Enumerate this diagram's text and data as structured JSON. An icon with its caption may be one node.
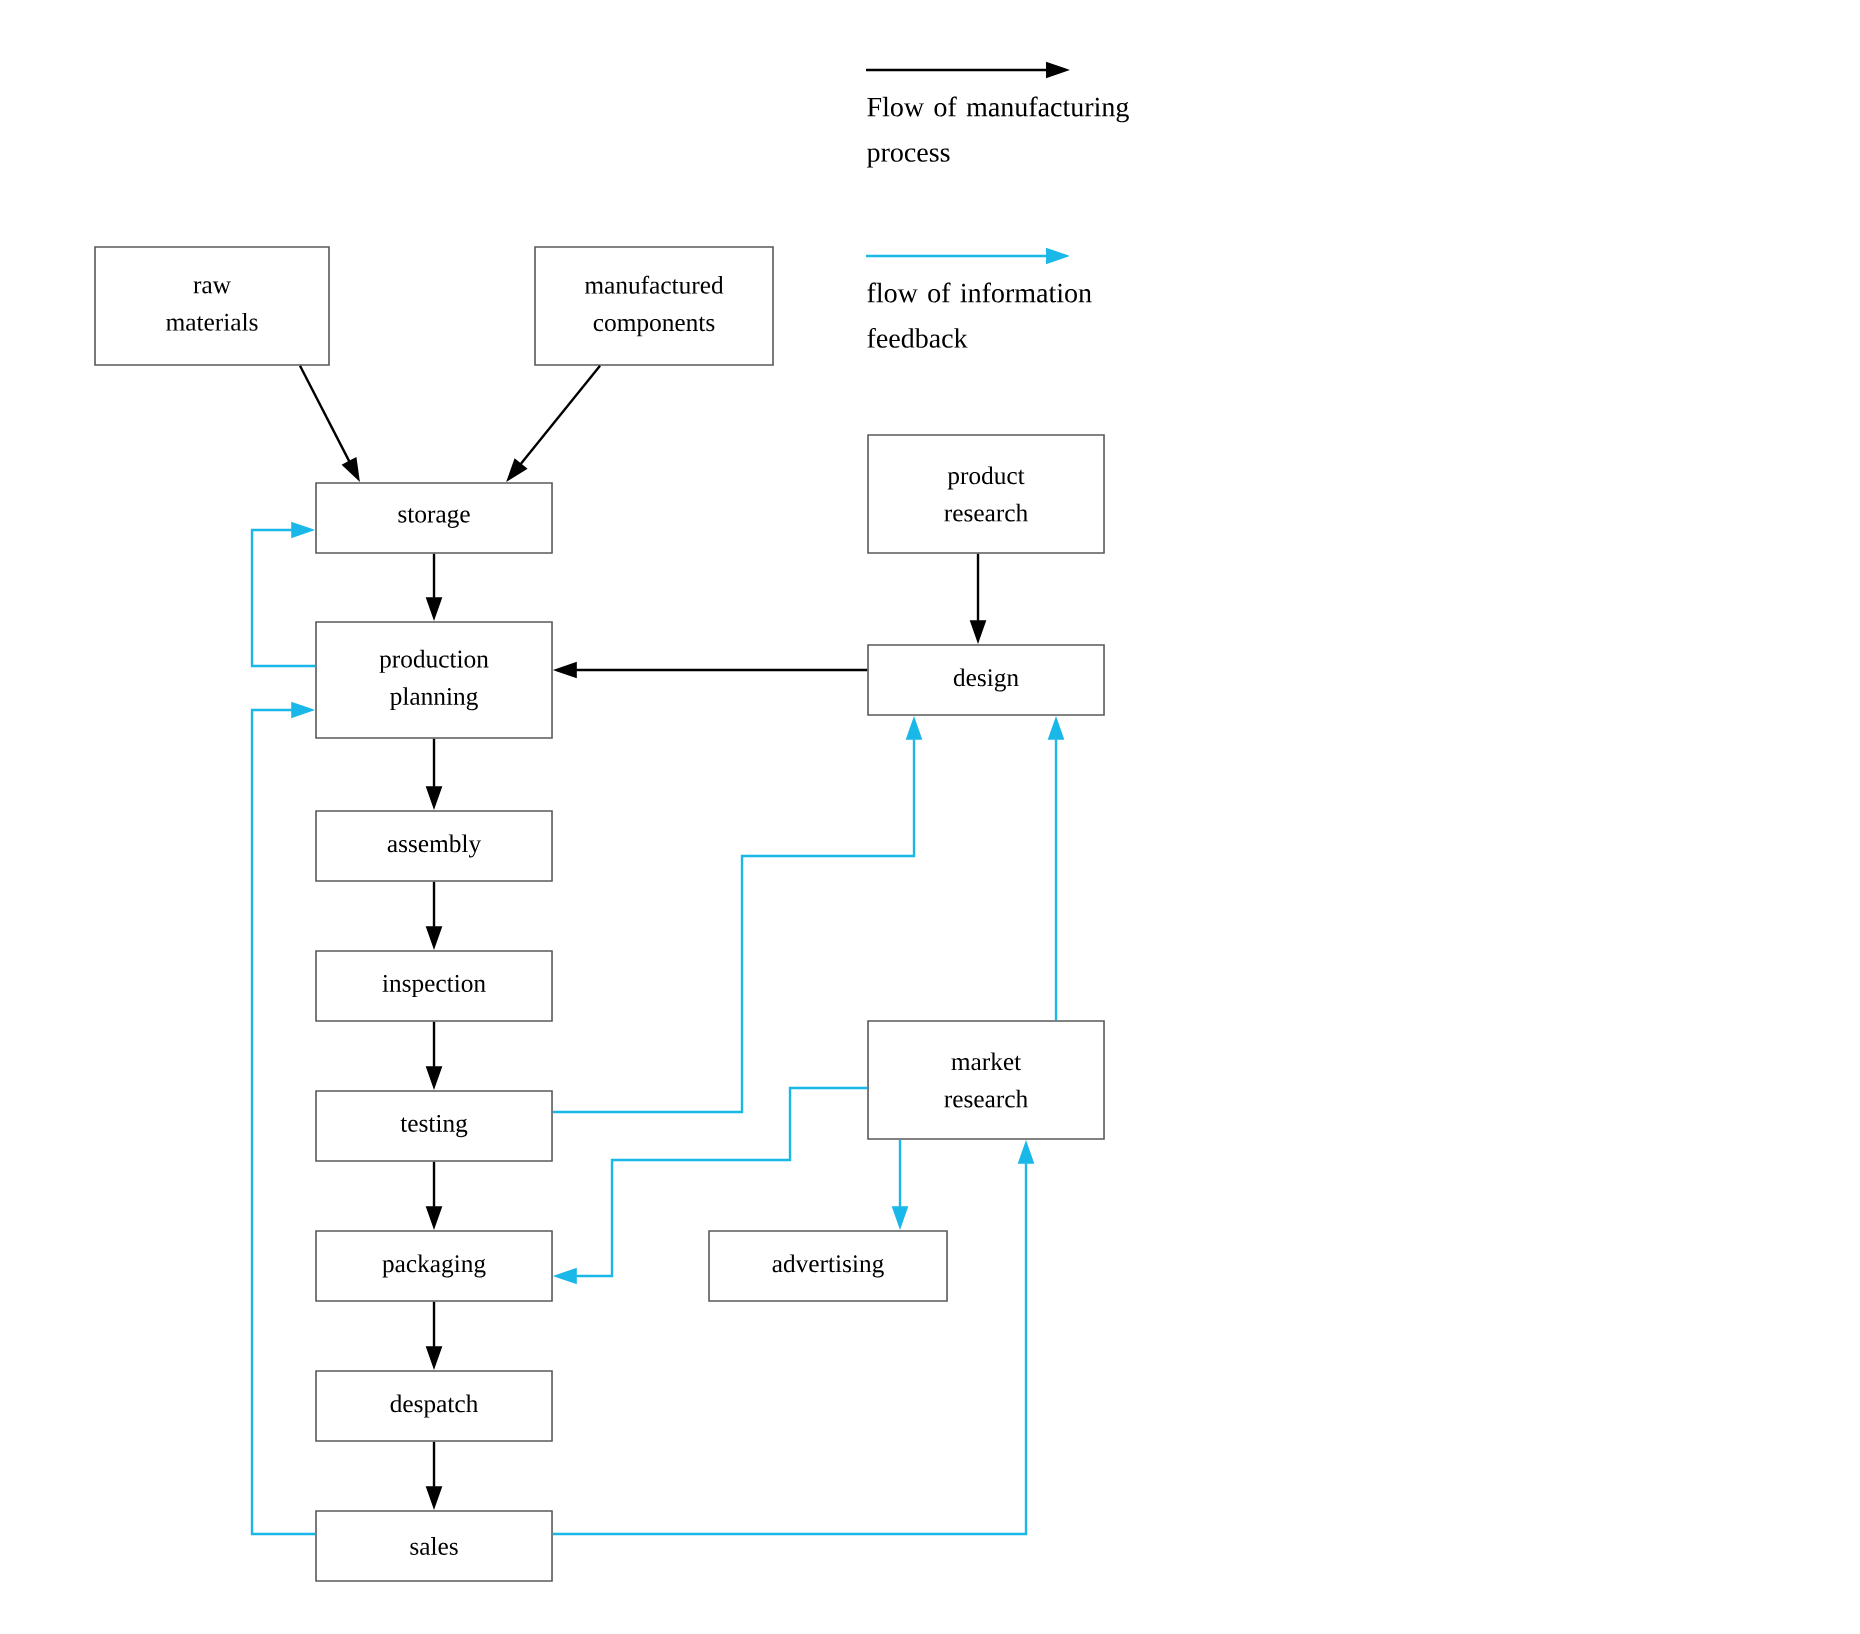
{
  "diagram": {
    "nodes": [
      {
        "text": [
          "raw materials"
        ]
      },
      {
        "text": [
          "manufactured components"
        ]
      },
      {
        "text": [
          "storage"
        ]
      },
      {
        "text": [
          "production planning"
        ]
      },
      {
        "text": [
          "assembly"
        ]
      },
      {
        "text": [
          "inspection"
        ]
      },
      {
        "text": [
          "testing"
        ]
      },
      {
        "text": [
          "packaging"
        ]
      },
      {
        "text": [
          "despatch"
        ]
      },
      {
        "text": [
          "sales"
        ]
      },
      {
        "text": [
          "product research"
        ]
      },
      {
        "text": [
          "design"
        ]
      },
      {
        "text": [
          "market research"
        ]
      },
      {
        "text": [
          "advertising"
        ]
      }
    ],
    "edges": [
      {
        "from": 0,
        "to": 2,
        "arrow": "to"
      },
      {
        "from": 1,
        "to": 2,
        "arrow": "to"
      },
      {
        "from": 2,
        "to": 3,
        "arrow": "to"
      },
      {
        "from": 3,
        "to": 4,
        "arrow": "to"
      },
      {
        "from": 4,
        "to": 5,
        "arrow": "to"
      },
      {
        "from": 5,
        "to": 6,
        "arrow": "to"
      },
      {
        "from": 6,
        "to": 7,
        "arrow": "to"
      },
      {
        "from": 7,
        "to": 8,
        "arrow": "to"
      },
      {
        "from": 8,
        "to": 9,
        "arrow": "to"
      },
      {
        "from": 10,
        "to": 11,
        "arrow": "to"
      },
      {
        "from": 11,
        "to": 3,
        "arrow": "to"
      },
      {
        "from": 3,
        "to": 2,
        "arrow": "to",
        "color": "#1ab8e8"
      },
      {
        "from": 9,
        "to": 3,
        "arrow": "to",
        "color": "#1ab8e8"
      },
      {
        "from": 6,
        "to": 11,
        "arrow": "to",
        "color": "#1ab8e8"
      },
      {
        "from": 12,
        "to": 11,
        "arrow": "to",
        "color": "#1ab8e8"
      },
      {
        "from": 12,
        "to": 7,
        "arrow": "to",
        "color": "#1ab8e8"
      },
      {
        "from": 12,
        "to": 13,
        "arrow": "to",
        "color": "#1ab8e8"
      },
      {
        "from": 9,
        "to": 12,
        "arrow": "to",
        "color": "#1ab8e8"
      }
    ],
    "legend": [
      {
        "text": "Flow of manufacturing process"
      },
      {
        "text": "flow of information feedback"
      }
    ]
  }
}
